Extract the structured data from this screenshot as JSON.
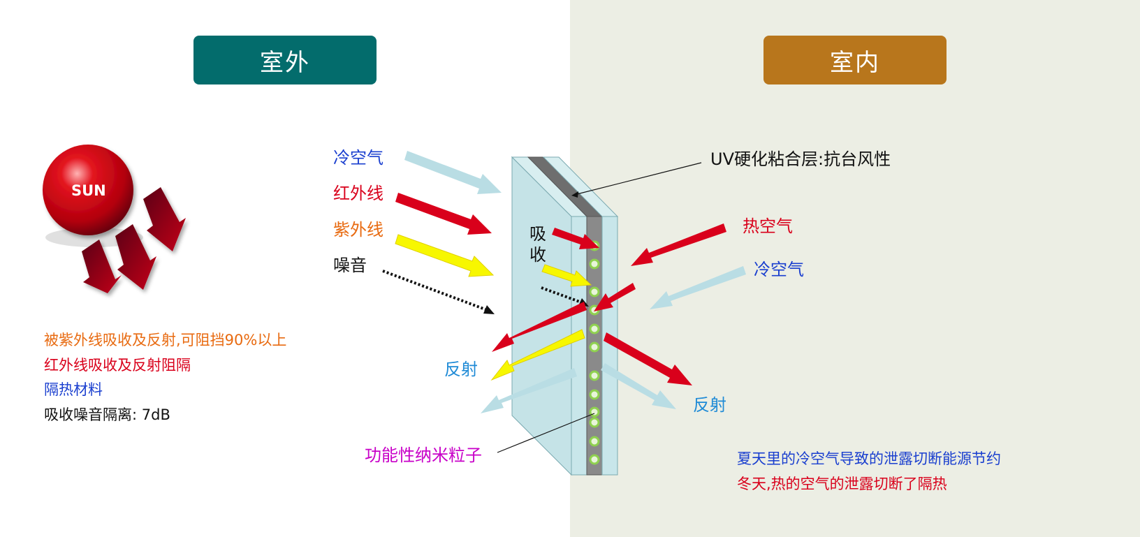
{
  "header": {
    "outdoor": "室外",
    "indoor": "室内"
  },
  "sun": {
    "label": "SUN"
  },
  "outside_labels": {
    "cold_air": "冷空气",
    "infrared": "红外线",
    "ultraviolet": "紫外线",
    "noise": "噪音",
    "reflect": "反射",
    "absorb": "吸\n收"
  },
  "inside_labels": {
    "hot_air": "热空气",
    "cold_air": "冷空气",
    "reflect": "反射"
  },
  "callouts": {
    "uv_layer": "UV硬化粘合层:抗台风性",
    "nano_particles": "功能性纳米粒子"
  },
  "left_notes": [
    "被紫外线吸收及反射,可阻挡90%以上",
    "红外线吸收及反射阻隔",
    "隔热材料",
    "吸收噪音隔离: 7dB"
  ],
  "right_notes": [
    "夏天里的冷空气导致的泄露切断能源节约",
    "冬天,热的空气的泄露切断了隔热"
  ],
  "colors": {
    "teal": "#036c6c",
    "amber": "#b8761c",
    "red": "#d9001b",
    "yellow": "#f7f700",
    "lightblue": "#b9dde4",
    "blue": "#1a3fcf",
    "orange": "#e86a10",
    "magenta": "#c800c8",
    "skyblue": "#1e8ad6"
  }
}
